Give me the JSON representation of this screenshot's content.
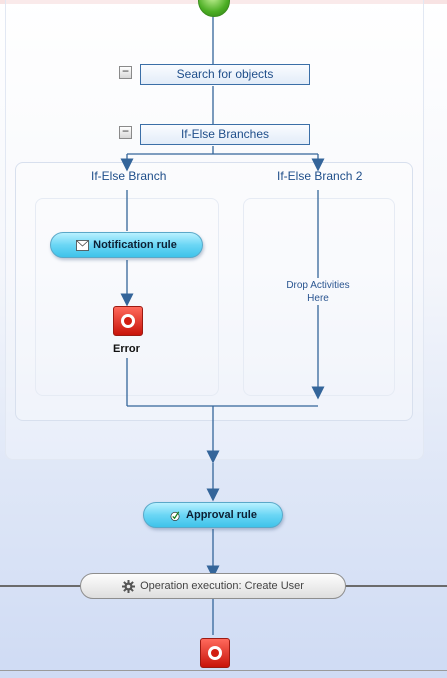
{
  "workflow": {
    "search_activity": "Search for objects",
    "ifelse_activity": "If-Else Branches",
    "collapse_symbol": "−",
    "branch1_label": "If-Else Branch",
    "branch2_label": "If-Else Branch 2",
    "notification_rule": "Notification rule",
    "error_label": "Error",
    "drop_hint_line1": "Drop Activities",
    "drop_hint_line2": "Here",
    "approval_rule": "Approval rule",
    "operation_label": "Operation execution: Create User"
  },
  "icons": {
    "start": "green-check-circle-icon",
    "collapse": "minus-square-icon",
    "envelope": "envelope-icon",
    "stop": "red-stop-icon",
    "approval": "approval-check-icon",
    "gear": "gear-icon"
  },
  "colors": {
    "arrow": "#34659a",
    "activity_border": "#3b6fa7",
    "rule_pill": "#4ccbef",
    "error_red": "#d21e12",
    "start_green": "#4cae24"
  }
}
